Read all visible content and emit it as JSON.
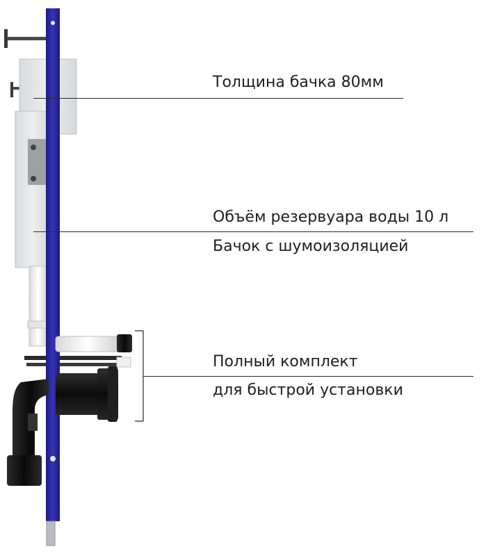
{
  "annotations": {
    "tank_thickness": "Толщина бачка 80мм",
    "tank_volume": "Объём резервуара воды 10 л",
    "tank_insulation": "Бачок с шумоизоляцией",
    "kit_line1": "Полный комплект",
    "kit_line2": "для быстрой установки"
  },
  "colors": {
    "frame_blue": "#2c2aa6",
    "tank_gray": "#e6e8ea",
    "pipe_white": "#f2f2f2",
    "fitting_black": "#151515",
    "text": "#1e1e1e"
  }
}
